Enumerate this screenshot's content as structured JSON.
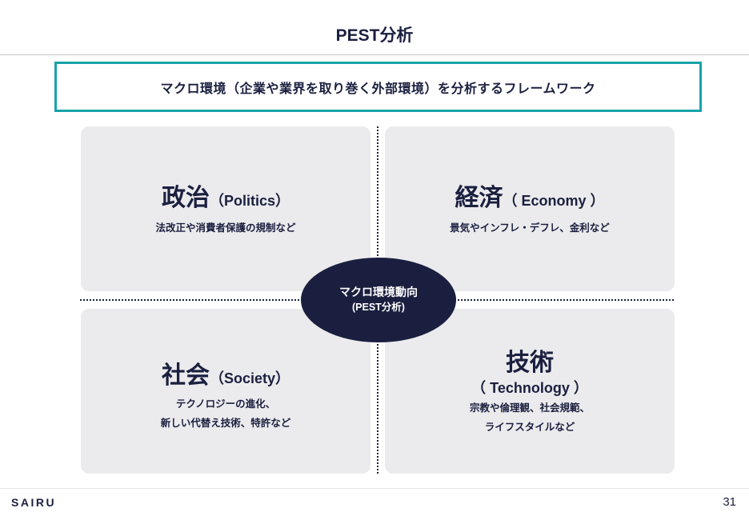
{
  "header": {
    "title": "PEST分析"
  },
  "banner": {
    "text": "マクロ環境（企業や業界を取り巻く外部環境）を分析するフレームワーク"
  },
  "center": {
    "line1": "マクロ環境動向",
    "line2": "(PEST分析)"
  },
  "quadrants": [
    {
      "title": "政治",
      "en": "（Politics）",
      "desc": [
        "法改正や消費者保護の規制など"
      ]
    },
    {
      "title": "経済",
      "en": "（ Economy ）",
      "desc": [
        "景気やインフレ・デフレ、金利など"
      ]
    },
    {
      "title": "社会",
      "en": "（Society）",
      "desc": [
        "テクノロジーの進化、",
        "新しい代替え技術、特許など"
      ]
    },
    {
      "title": "技術",
      "en": "（ Technology ）",
      "desc": [
        "宗教や倫理観、社会規範、",
        "ライフスタイルなど"
      ]
    }
  ],
  "footer": {
    "logo": "SAIRU",
    "page": "31"
  }
}
